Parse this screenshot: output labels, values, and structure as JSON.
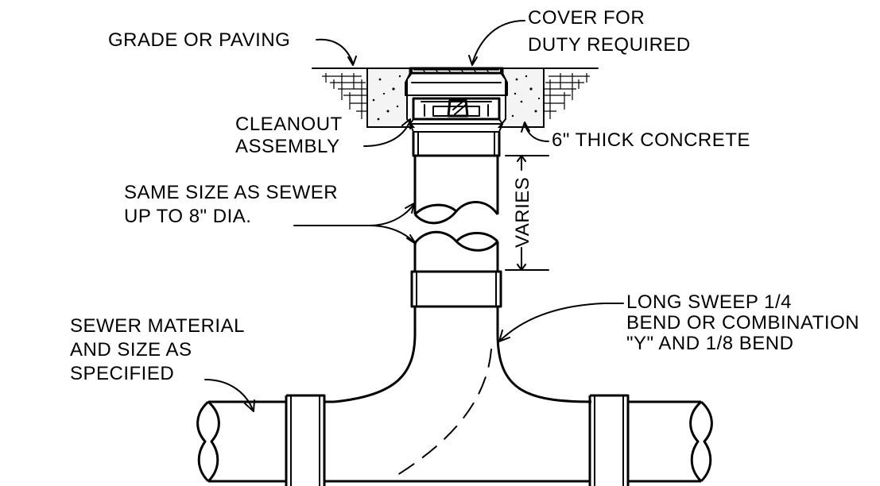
{
  "labels": {
    "cover_line1": "COVER FOR",
    "cover_line2": "DUTY REQUIRED",
    "grade": "GRADE OR PAVING",
    "cleanout_line1": "CLEANOUT",
    "cleanout_line2": "ASSEMBLY",
    "concrete": "6\" THICK CONCRETE",
    "riser_line1": "SAME SIZE AS SEWER",
    "riser_line2": "UP TO 8\" DIA.",
    "varies": "VARIES",
    "bend_line1": "LONG SWEEP 1/4",
    "bend_line2": "BEND OR COMBINATION",
    "bend_line3": "\"Y\" AND 1/8 BEND",
    "sewer_line1": "SEWER MATERIAL",
    "sewer_line2": "AND SIZE AS",
    "sewer_line3": "SPECIFIED"
  }
}
